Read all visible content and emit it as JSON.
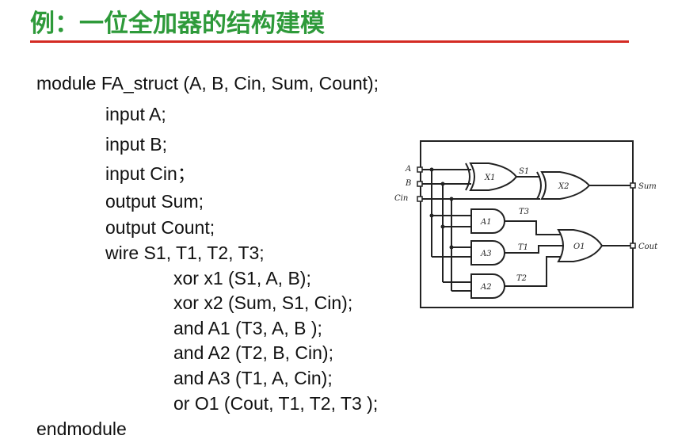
{
  "title": "例：一位全加器的结构建模",
  "code_lines": [
    "module FA_struct (A, B, Cin, Sum, Count);",
    "input A;",
    "input B;",
    "input Cin；",
    "output Sum;",
    "output Count;",
    "wire S1, T1, T2, T3;",
    "xor x1 (S1, A, B);",
    "xor x2 (Sum, S1, Cin);",
    "and A1 (T3, A, B );",
    "and A2 (T2, B, Cin);",
    "and A3 (T1, A, Cin);",
    "or O1 (Cout, T1, T2, T3 );",
    "endmodule"
  ],
  "diagram": {
    "inputs": [
      "A",
      "B",
      "Cin"
    ],
    "outputs": [
      "Sum",
      "Cout"
    ],
    "gates": [
      "X1",
      "X2",
      "A1",
      "A3",
      "A2",
      "O1"
    ],
    "wires": [
      "S1",
      "T3",
      "T1",
      "T2"
    ]
  }
}
